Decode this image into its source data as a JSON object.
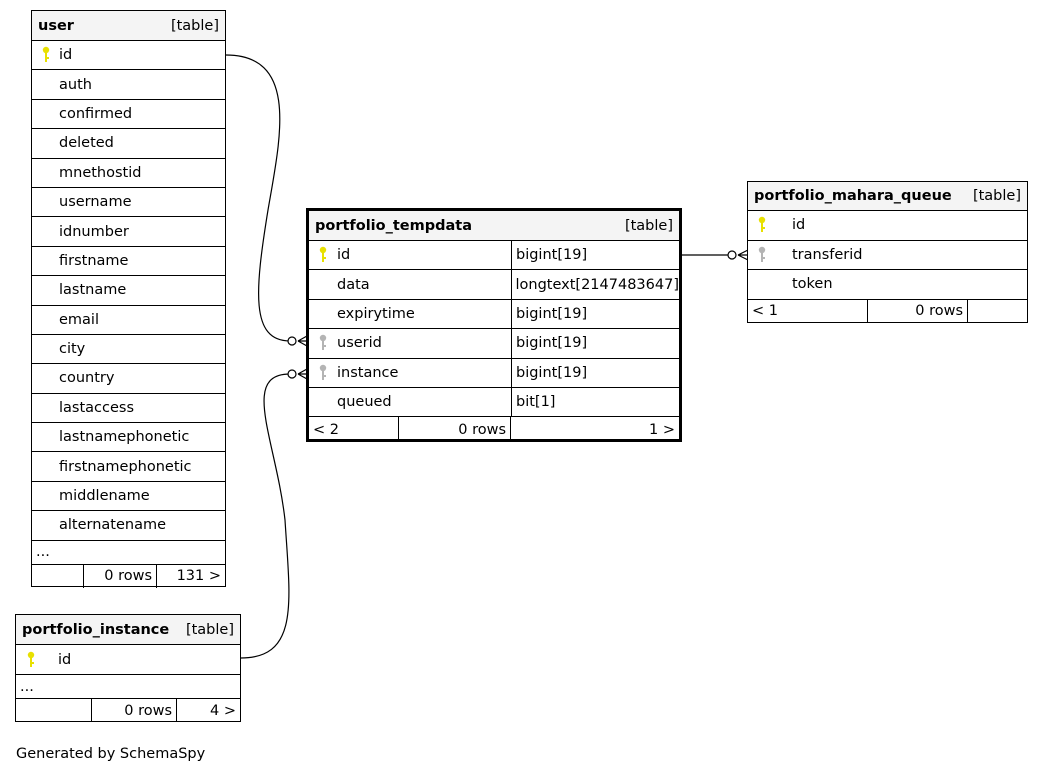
{
  "tables": {
    "user": {
      "name": "user",
      "kind": "[table]",
      "columns": [
        "id",
        "auth",
        "confirmed",
        "deleted",
        "mnethostid",
        "username",
        "idnumber",
        "firstname",
        "lastname",
        "email",
        "city",
        "country",
        "lastaccess",
        "lastnamephonetic",
        "firstnamephonetic",
        "middlename",
        "alternatename"
      ],
      "ellipsis": "...",
      "footer": {
        "rows": "0 rows",
        "children": "131 >"
      }
    },
    "portfolio_instance": {
      "name": "portfolio_instance",
      "kind": "[table]",
      "columns": [
        "id"
      ],
      "ellipsis": "...",
      "footer": {
        "rows": "0 rows",
        "children": "4 >"
      }
    },
    "portfolio_tempdata": {
      "name": "portfolio_tempdata",
      "kind": "[table]",
      "columns": [
        {
          "name": "id",
          "type": "bigint[19]",
          "key": "primary"
        },
        {
          "name": "data",
          "type": "longtext[2147483647]",
          "key": ""
        },
        {
          "name": "expirytime",
          "type": "bigint[19]",
          "key": ""
        },
        {
          "name": "userid",
          "type": "bigint[19]",
          "key": "foreign"
        },
        {
          "name": "instance",
          "type": "bigint[19]",
          "key": "foreign"
        },
        {
          "name": "queued",
          "type": "bit[1]",
          "key": ""
        }
      ],
      "footer": {
        "parents": "< 2",
        "rows": "0 rows",
        "children": "1 >"
      }
    },
    "portfolio_mahara_queue": {
      "name": "portfolio_mahara_queue",
      "kind": "[table]",
      "columns": [
        {
          "name": "id",
          "key": "primary"
        },
        {
          "name": "transferid",
          "key": "foreign"
        },
        {
          "name": "token",
          "key": ""
        }
      ],
      "footer": {
        "parents": "< 1",
        "rows": "0 rows"
      }
    }
  },
  "colors": {
    "primary_key": "#e8e000",
    "foreign_key": "#b4b4b4",
    "header_bg": "#f4f4f4"
  },
  "footer_note": "Generated by SchemaSpy"
}
